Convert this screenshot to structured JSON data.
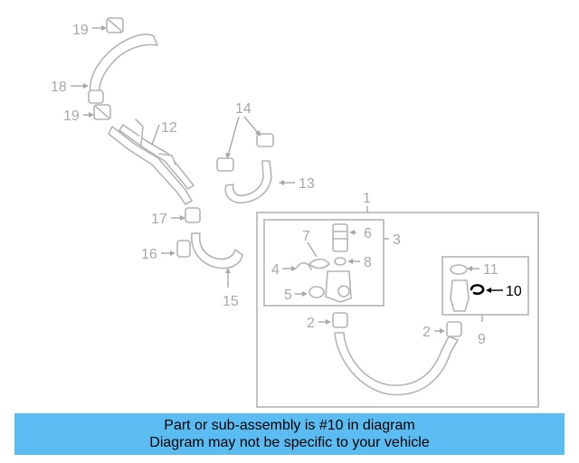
{
  "callouts": {
    "c1": "1",
    "c2a": "2",
    "c2b": "2",
    "c3": "3",
    "c4": "4",
    "c5": "5",
    "c6": "6",
    "c7": "7",
    "c8": "8",
    "c9": "9",
    "c10": "10",
    "c11": "11",
    "c12": "12",
    "c13": "13",
    "c14": "14",
    "c15": "15",
    "c16": "16",
    "c17": "17",
    "c18": "18",
    "c19a": "19",
    "c19b": "19"
  },
  "highlighted_part": "10",
  "colors": {
    "banner": "#5bbcf2",
    "part_line": "#b4b4b4",
    "highlight": "#000000"
  },
  "banner": {
    "line1": "Part or sub-assembly is #10 in diagram",
    "line2": "Diagram may not be specific to your vehicle"
  }
}
